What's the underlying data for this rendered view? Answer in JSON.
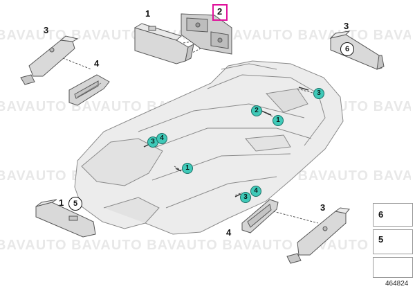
{
  "watermark": "BAVAUTO BAVAUTO BAVAUTO BAVAUTO BAVAUTO BAVAUTO",
  "callouts": {
    "c1_top": "1",
    "c2_highlight": "2",
    "c3_topleft": "3",
    "c4_topleft": "4",
    "c3_topright": "3",
    "c6_topright": "6",
    "c1_bottomleft": "1",
    "c5_bottomleft": "5",
    "c4_bottom": "4",
    "c3_bottomright": "3"
  },
  "badges": {
    "b3_rear": "3",
    "b2_center": "2",
    "b1_center": "1",
    "b3_left": "3",
    "b4_left": "4",
    "b1_front": "1",
    "b4_lower": "4",
    "b3_lower": "3"
  },
  "legend": {
    "item6": "6",
    "item5": "5"
  },
  "diagram_id": "464824",
  "colors": {
    "highlight": "#e0119b",
    "badge_fill": "#3fc9b8",
    "part_fill": "#d9d9d9",
    "body_fill": "#ececec",
    "line": "#555555"
  }
}
